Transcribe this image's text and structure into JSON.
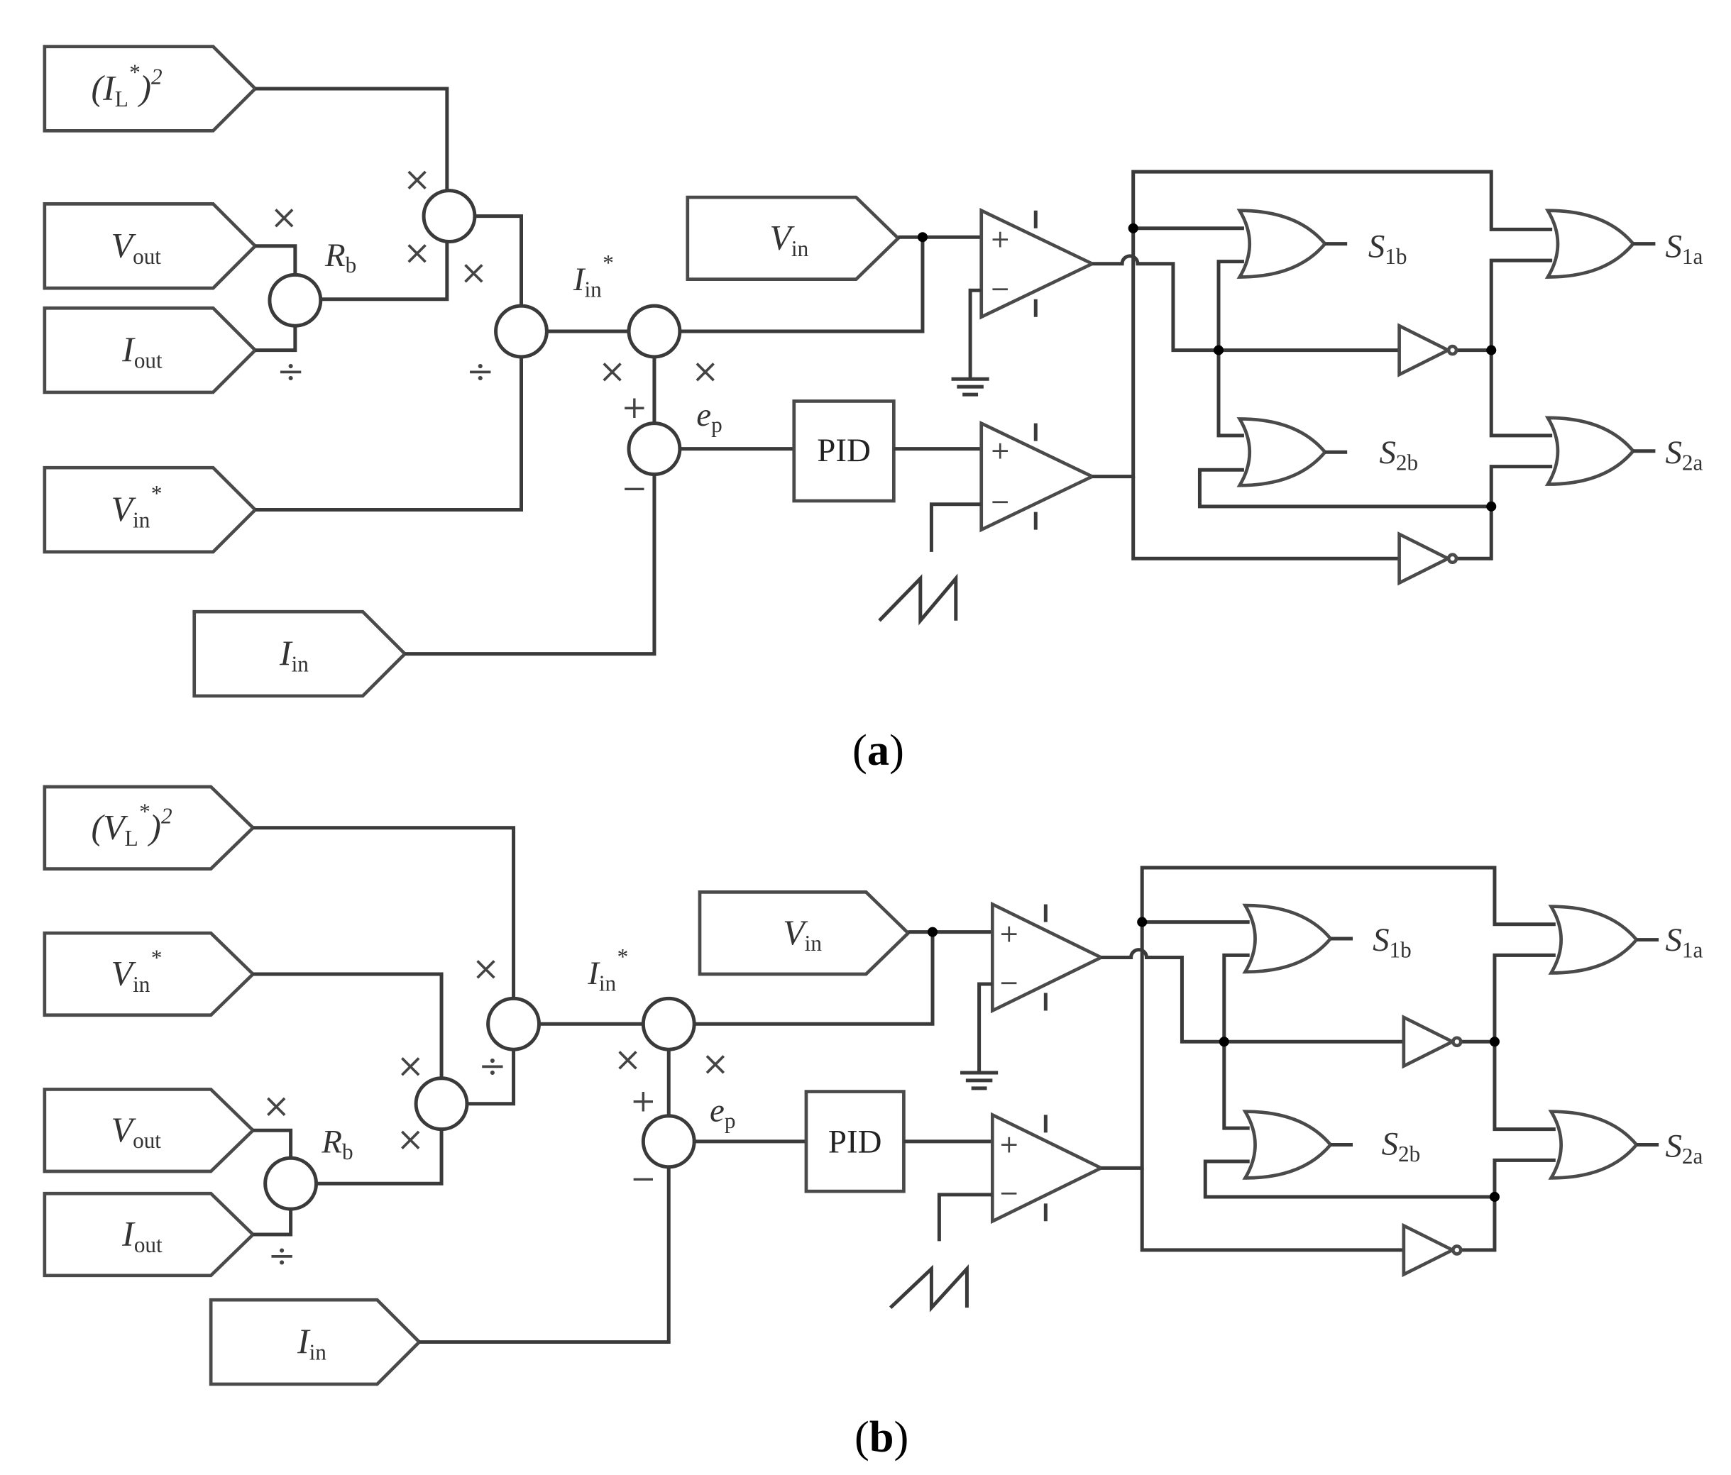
{
  "panels": [
    {
      "id": "a",
      "caption_open": "(",
      "caption_letter": "a",
      "caption_close": ")",
      "inputs": {
        "top": {
          "base": "(I",
          "sub": "L",
          "sup": "*",
          "tail": ")",
          "tail_sup": "2"
        },
        "vout": {
          "base": "V",
          "sub": "out"
        },
        "iout": {
          "base": "I",
          "sub": "out"
        },
        "vin_star": {
          "base": "V",
          "sub": "in",
          "sup": "*"
        },
        "iin": {
          "base": "I",
          "sub": "in"
        },
        "vin": {
          "base": "V",
          "sub": "in"
        }
      },
      "rb": {
        "base": "R",
        "sub": "b"
      },
      "iin_star": {
        "base": "I",
        "sub": "in",
        "sup": "*"
      },
      "ep": {
        "base": "e",
        "sub": "p"
      },
      "pid": "PID",
      "outputs": {
        "s1b": {
          "base": "S",
          "sub": "1b"
        },
        "s2b": {
          "base": "S",
          "sub": "2b"
        },
        "s1a": {
          "base": "S",
          "sub": "1a"
        },
        "s2a": {
          "base": "S",
          "sub": "2a"
        }
      }
    },
    {
      "id": "b",
      "caption_open": "(",
      "caption_letter": "b",
      "caption_close": ")",
      "inputs": {
        "top": {
          "base": "(V",
          "sub": "L",
          "sup": "*",
          "tail": ")",
          "tail_sup": "2"
        },
        "vin_star": {
          "base": "V",
          "sub": "in",
          "sup": "*"
        },
        "vout": {
          "base": "V",
          "sub": "out"
        },
        "iout": {
          "base": "I",
          "sub": "out"
        },
        "iin": {
          "base": "I",
          "sub": "in"
        },
        "vin": {
          "base": "V",
          "sub": "in"
        }
      },
      "rb": {
        "base": "R",
        "sub": "b"
      },
      "iin_star": {
        "base": "I",
        "sub": "in",
        "sup": "*"
      },
      "ep": {
        "base": "e",
        "sub": "p"
      },
      "pid": "PID",
      "outputs": {
        "s1b": {
          "base": "S",
          "sub": "1b"
        },
        "s2b": {
          "base": "S",
          "sub": "2b"
        },
        "s1a": {
          "base": "S",
          "sub": "1a"
        },
        "s2a": {
          "base": "S",
          "sub": "2a"
        }
      }
    }
  ],
  "symbols": {
    "times": "×",
    "divide": "÷",
    "plus": "+",
    "minus": "−",
    "opamp_plus": "+",
    "opamp_minus": "−"
  }
}
